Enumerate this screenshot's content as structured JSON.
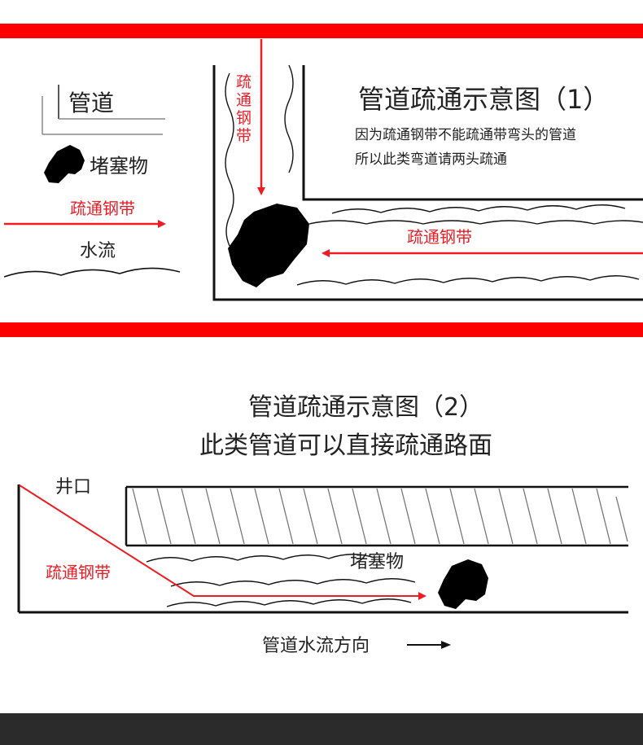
{
  "colors": {
    "accent_red": "#ff0000",
    "arrow_red": "#ee1c25",
    "ink": "#111111",
    "dark_band": "#2b2b2b"
  },
  "legend": {
    "pipe_label": "管道",
    "blockage_label": "堵塞物",
    "tape_label": "疏通钢带",
    "water_label": "水流"
  },
  "diagram1": {
    "title": "管道疏通示意图（1）",
    "note_line1": "因为疏通钢带不能疏通带弯头的管道",
    "note_line2": "所以此类弯道请两头疏通",
    "vertical_tape_chars": [
      "疏",
      "通",
      "钢",
      "带"
    ],
    "horizontal_tape_label": "疏通钢带"
  },
  "diagram2": {
    "title_line1": "管道疏通示意图（2）",
    "title_line2": "此类管道可以直接疏通路面",
    "well_label": "井口",
    "tape_label": "疏通钢带",
    "blockage_label": "堵塞物",
    "flow_label": "管道水流方向"
  }
}
